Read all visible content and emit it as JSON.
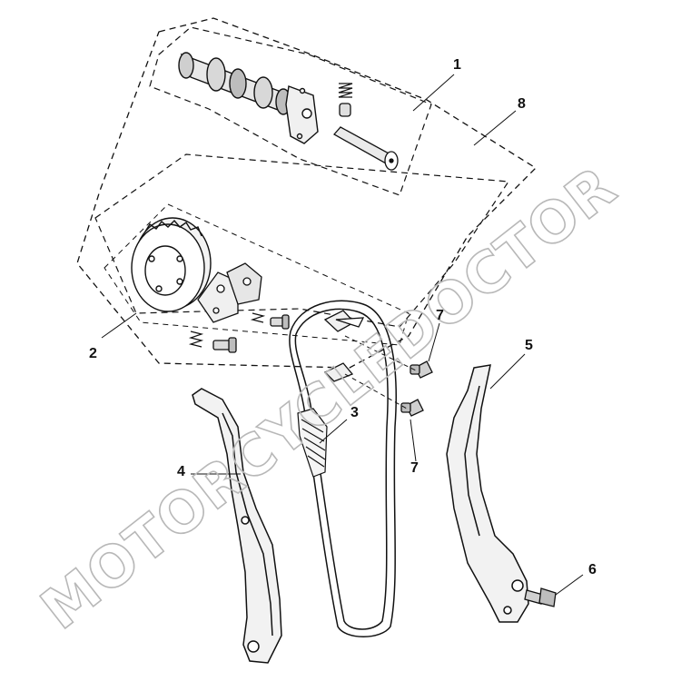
{
  "diagram": {
    "callouts": [
      {
        "id": "c1",
        "label": "1"
      },
      {
        "id": "c2",
        "label": "2"
      },
      {
        "id": "c3",
        "label": "3"
      },
      {
        "id": "c4",
        "label": "4"
      },
      {
        "id": "c5",
        "label": "5"
      },
      {
        "id": "c6",
        "label": "6"
      },
      {
        "id": "c7a",
        "label": "7"
      },
      {
        "id": "c7b",
        "label": "7"
      },
      {
        "id": "c8",
        "label": "8"
      }
    ],
    "watermark": "MOTORCYCLEDOCTOR"
  },
  "colors": {
    "line": "#111111",
    "watermark_stroke": "#b8b8b8",
    "background": "#ffffff"
  }
}
